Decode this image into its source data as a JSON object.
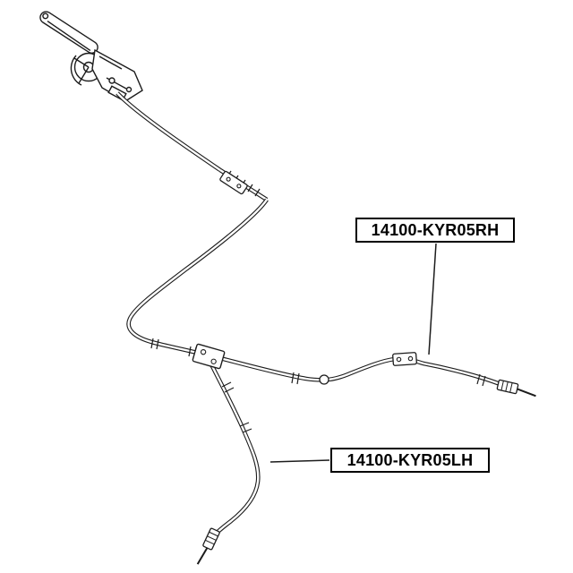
{
  "diagram": {
    "type": "parts-diagram",
    "subject": "parking-brake-cable-assembly",
    "colors": {
      "line": "#1c1c1c",
      "background": "#ffffff"
    },
    "parts": [
      {
        "side": "right-hand",
        "part_number": "14100-KYR05RH"
      },
      {
        "side": "left-hand",
        "part_number": "14100-KYR05LH"
      }
    ]
  }
}
